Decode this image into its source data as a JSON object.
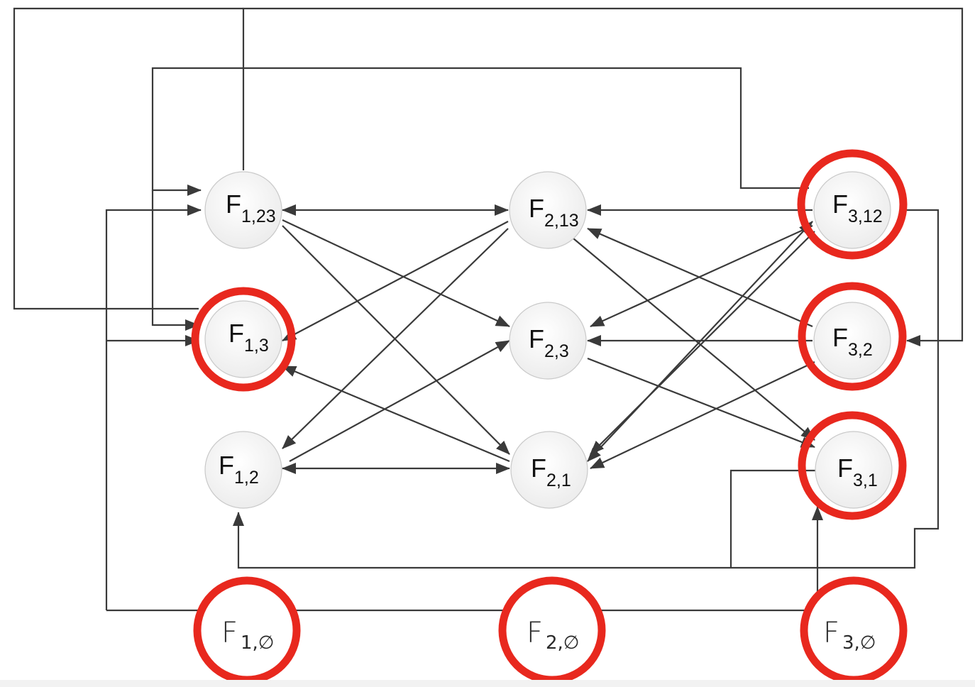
{
  "nodes": [
    {
      "id": "f1_23",
      "main": "F",
      "sub": "1,23",
      "highlighted": false
    },
    {
      "id": "f1_3",
      "main": "F",
      "sub": "1,3",
      "highlighted": true
    },
    {
      "id": "f1_2",
      "main": "F",
      "sub": "1,2",
      "highlighted": false
    },
    {
      "id": "f2_13",
      "main": "F",
      "sub": "2,13",
      "highlighted": false
    },
    {
      "id": "f2_3",
      "main": "F",
      "sub": "2,3",
      "highlighted": false
    },
    {
      "id": "f2_1",
      "main": "F",
      "sub": "2,1",
      "highlighted": false
    },
    {
      "id": "f3_12",
      "main": "F",
      "sub": "3,12",
      "highlighted": true
    },
    {
      "id": "f3_2",
      "main": "F",
      "sub": "3,2",
      "highlighted": true
    },
    {
      "id": "f3_1",
      "main": "F",
      "sub": "3,1",
      "highlighted": true
    }
  ],
  "empty_nodes": [
    {
      "id": "f1_empty",
      "main": "F",
      "sub": "1,∅",
      "highlighted": true
    },
    {
      "id": "f2_empty",
      "main": "F",
      "sub": "2,∅",
      "highlighted": true
    },
    {
      "id": "f3_empty",
      "main": "F",
      "sub": "3,∅",
      "highlighted": true
    }
  ],
  "colors": {
    "highlight": "#e8281e",
    "edge": "#3a3a3a",
    "node_fill": "#f3f3f3"
  }
}
